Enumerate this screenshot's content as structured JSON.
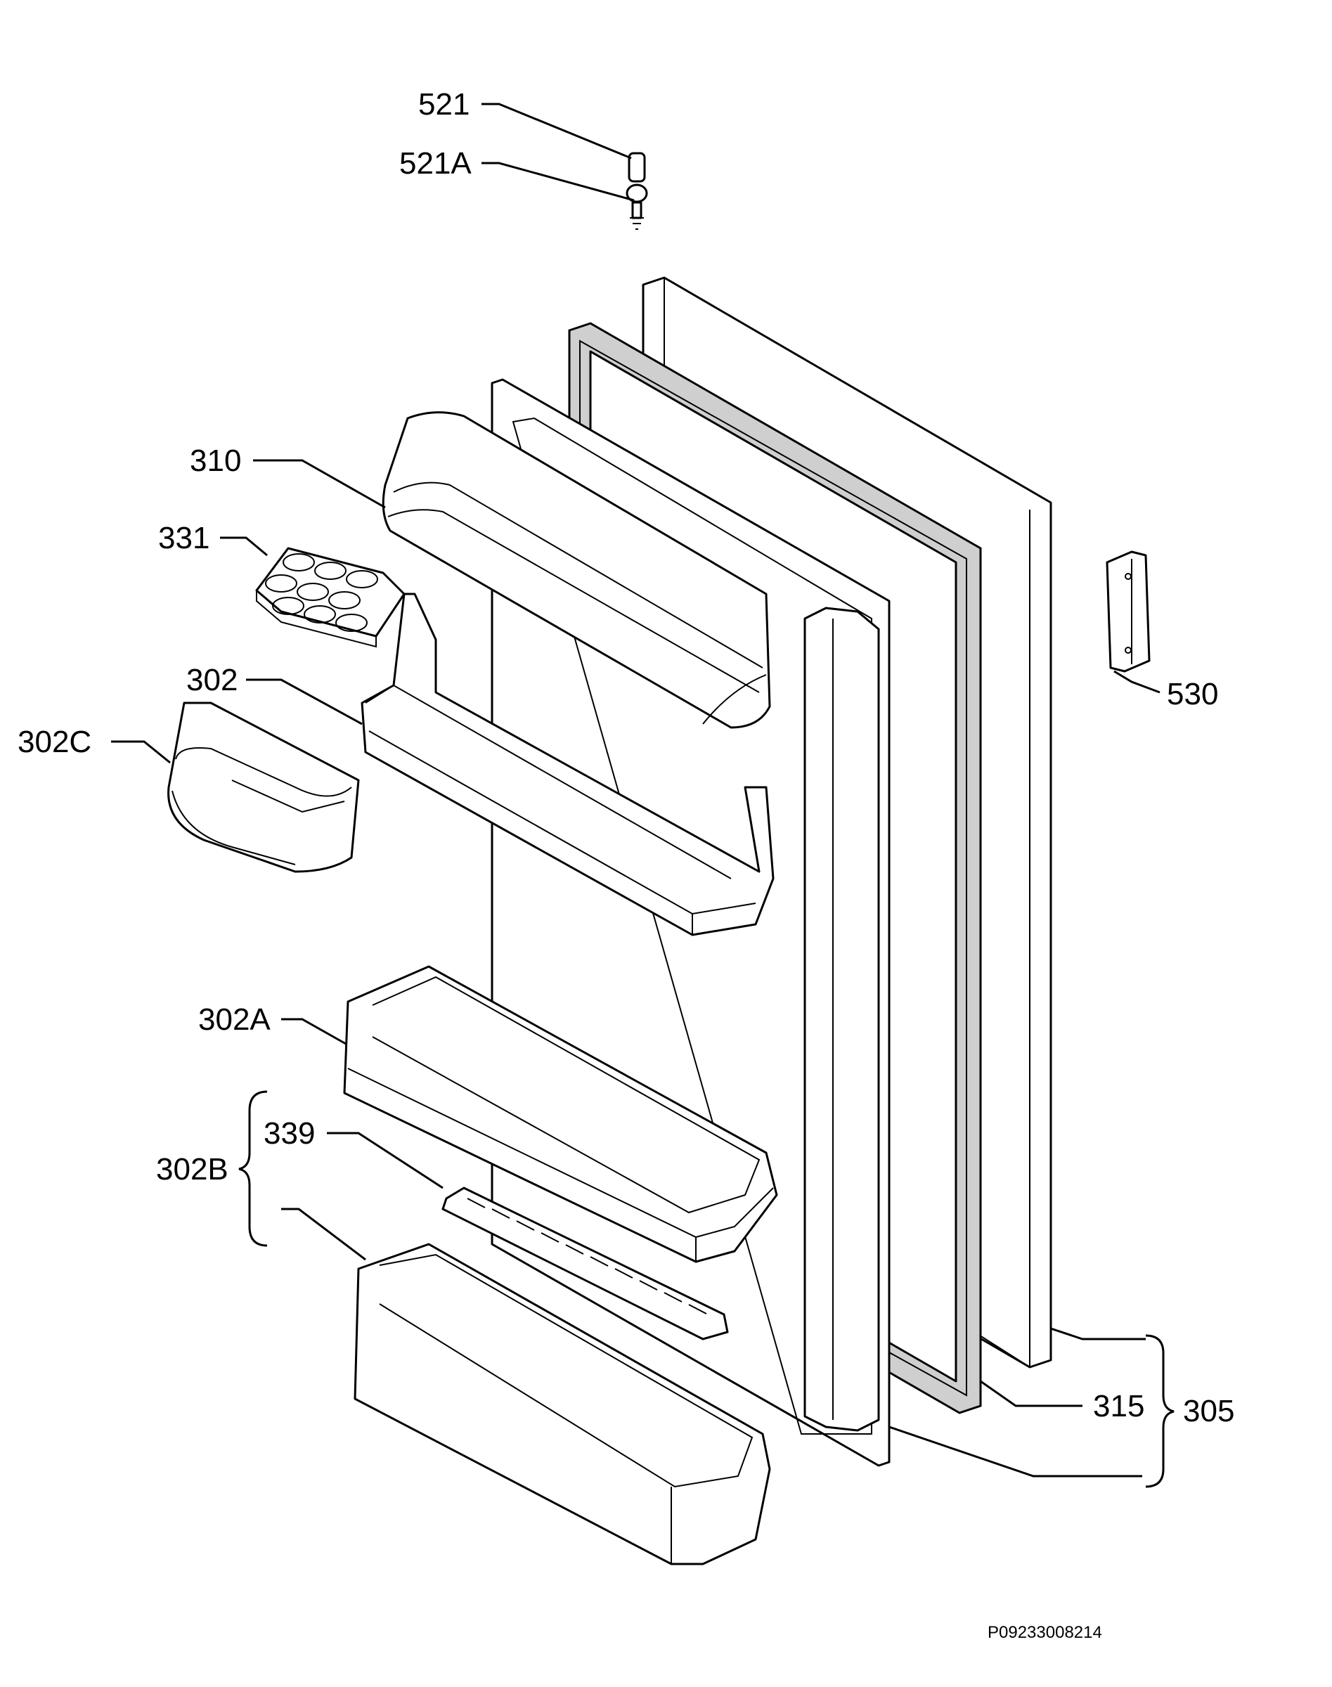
{
  "diagram": {
    "labels": [
      {
        "id": "521",
        "text": "521"
      },
      {
        "id": "521A",
        "text": "521A"
      },
      {
        "id": "310",
        "text": "310"
      },
      {
        "id": "331",
        "text": "331"
      },
      {
        "id": "302",
        "text": "302"
      },
      {
        "id": "302C",
        "text": "302C"
      },
      {
        "id": "302A",
        "text": "302A"
      },
      {
        "id": "339",
        "text": "339"
      },
      {
        "id": "302B",
        "text": "302B"
      },
      {
        "id": "530",
        "text": "530"
      },
      {
        "id": "315",
        "text": "315"
      },
      {
        "id": "305",
        "text": "305"
      }
    ],
    "drawing_code": "P09233008214"
  }
}
